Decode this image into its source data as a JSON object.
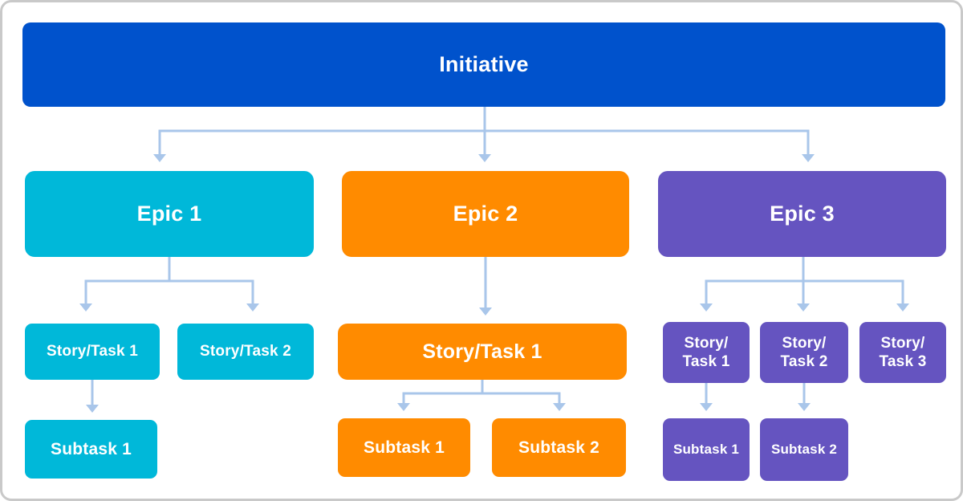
{
  "colors": {
    "initiative_blue": "#0052CC",
    "epic1_cyan": "#00B8D9",
    "epic2_orange": "#FF8B00",
    "epic3_purple": "#6554C0",
    "connector": "#A9C6EA",
    "canvas_bg": "#FFFFFF",
    "canvas_border": "#C9C9C9",
    "text": "#FFFFFF"
  },
  "diagram": {
    "initiative": {
      "label": "Initiative"
    },
    "epic1": {
      "label": "Epic 1",
      "stories": [
        {
          "label": "Story/Task 1"
        },
        {
          "label": "Story/Task 2"
        }
      ],
      "subtasks": [
        {
          "label": "Subtask 1"
        }
      ]
    },
    "epic2": {
      "label": "Epic 2",
      "stories": [
        {
          "label": "Story/Task 1"
        }
      ],
      "subtasks": [
        {
          "label": "Subtask 1"
        },
        {
          "label": "Subtask 2"
        }
      ]
    },
    "epic3": {
      "label": "Epic 3",
      "stories": [
        {
          "label": "Story/\nTask 1"
        },
        {
          "label": "Story/\nTask 2"
        },
        {
          "label": "Story/\nTask 3"
        }
      ],
      "subtasks": [
        {
          "label": "Subtask 1"
        },
        {
          "label": "Subtask 2"
        }
      ]
    }
  }
}
